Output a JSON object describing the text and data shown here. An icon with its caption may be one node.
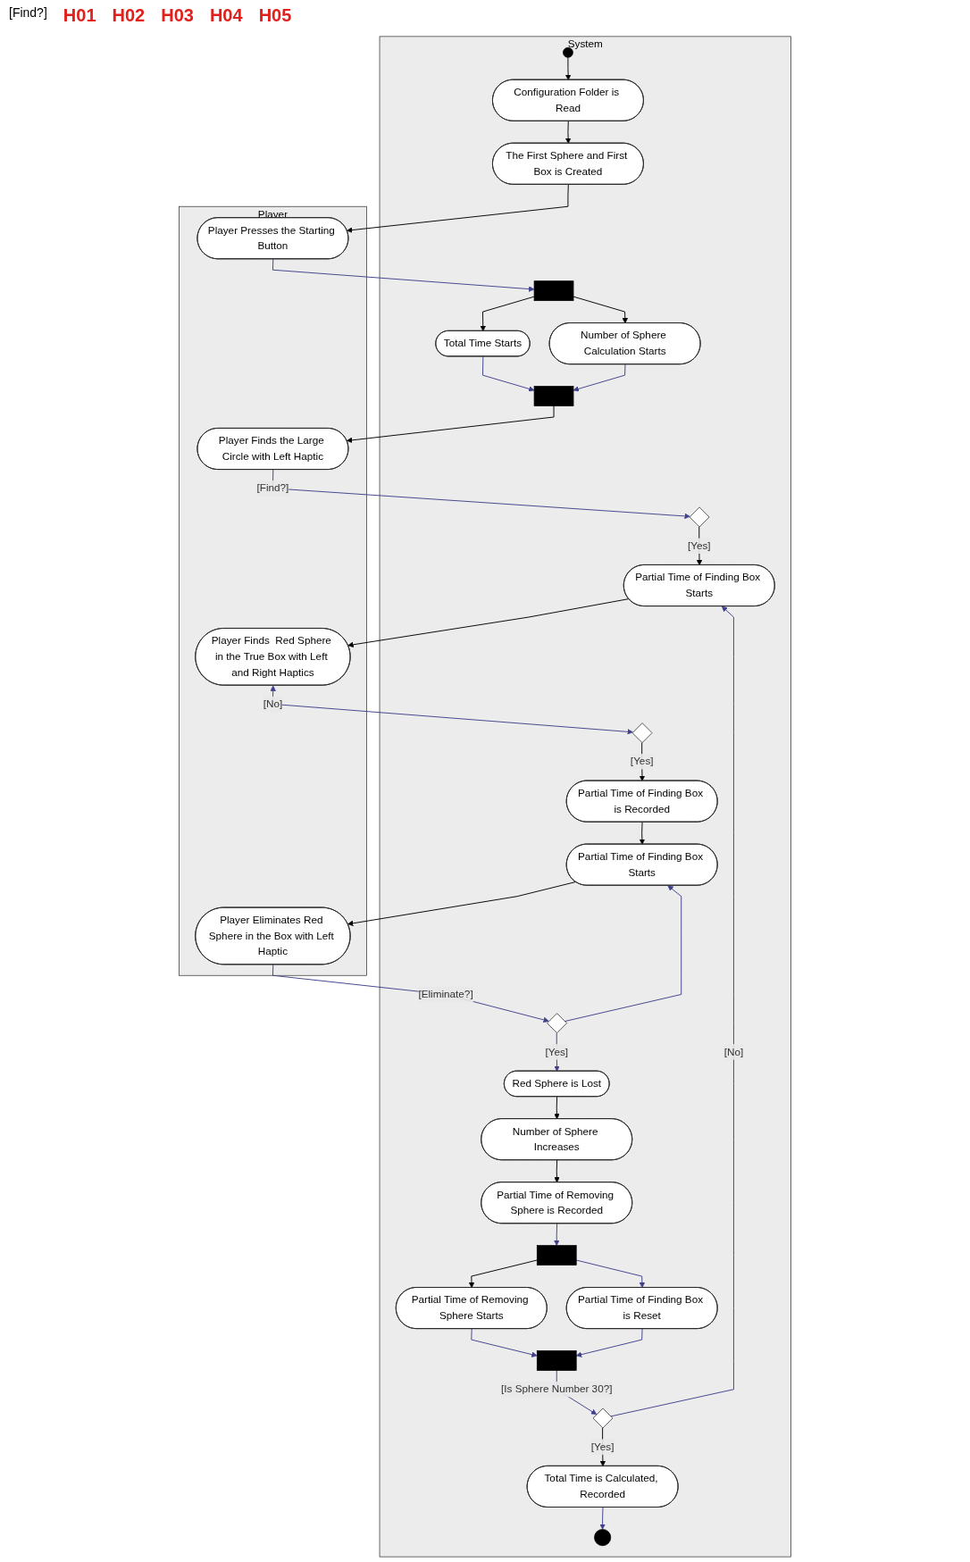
{
  "diagram": {
    "nodes": [
      {
        "text": [
          "Player"
        ]
      },
      {
        "text": [
          "System"
        ]
      },
      {
        "text": [],
        "shape": "circle",
        "in": 1
      },
      {
        "text": [
          "Configuration Folder is Read"
        ],
        "in": 1
      },
      {
        "text": [
          "Player Presses the Starting Button"
        ],
        "in": 0
      },
      {
        "text": [
          "The First Sphere and First Box is Created"
        ],
        "in": 1
      },
      {
        "text": [],
        "shape": "bar",
        "in": 1
      },
      {
        "text": [
          "Total Time Starts"
        ],
        "in": 1
      },
      {
        "text": [
          "Number of Sphere Calculation Starts"
        ],
        "in": 1
      },
      {
        "text": [
          "Player Finds the Large Circle with Left Haptic"
        ],
        "in": 0
      },
      {
        "text": [],
        "shape": "bar",
        "in": 1
      },
      {
        "text": [],
        "shape": "diamond",
        "in": 1
      },
      {
        "text": [
          "Player Finds  Red Sphere in the True Box with Left and Right Haptics"
        ],
        "in": 0
      },
      {
        "text": [
          "Partial Time of Finding Box Starts"
        ],
        "in": 1
      },
      {
        "text": [],
        "shape": "diamond",
        "in": 1
      },
      {
        "text": [
          "Partial Time of Finding Box is Recorded"
        ],
        "in": 1
      },
      {
        "text": [
          "Player Eliminates Red Sphere in the Box with Left Haptic"
        ],
        "in": 0
      },
      {
        "text": [
          "Partial Time of Finding Box Starts"
        ],
        "in": 1
      },
      {
        "text": [],
        "shape": "diamond",
        "in": 1
      },
      {
        "text": [
          "Red Sphere is Lost"
        ],
        "in": 1
      },
      {
        "text": [
          "Number of Sphere Increases"
        ],
        "in": 1
      },
      {
        "text": [
          "Partial Time of Removing Sphere is Recorded"
        ],
        "in": 1
      },
      {
        "text": [],
        "shape": "bar",
        "in": 1
      },
      {
        "text": [
          "Partial Time of Removing Sphere Starts"
        ],
        "in": 1
      },
      {
        "text": [
          "Partial Time of Finding Box is Reset"
        ],
        "in": 1
      },
      {
        "text": [],
        "shape": "bar",
        "in": 1
      },
      {
        "text": [],
        "shape": "diamond",
        "in": 1
      },
      {
        "text": [
          "Total Time is Calculated, Recorded"
        ],
        "in": 1
      },
      {
        "text": [],
        "shape": "bullseye",
        "in": 1
      }
    ],
    "edges": [
      {
        "from": 2,
        "to": 3,
        "arrow": "to"
      },
      {
        "from": 3,
        "to": 5,
        "arrow": "to"
      },
      {
        "from": 5,
        "to": 4,
        "arrow": "to"
      },
      {
        "from": 4,
        "to": 6,
        "arrow": "to",
        "color": "#40408c"
      },
      {
        "from": 6,
        "to": 7,
        "arrow": "to"
      },
      {
        "from": 6,
        "to": 8,
        "arrow": "to"
      },
      {
        "from": 7,
        "to": 10,
        "arrow": "to",
        "color": "#40408c"
      },
      {
        "from": 8,
        "to": 10,
        "arrow": "to",
        "color": "#40408c"
      },
      {
        "from": 10,
        "to": 9,
        "arrow": "to"
      },
      {
        "from": 9,
        "to": 11,
        "arrow": "to",
        "label": "[Find?]",
        "color": "#40408c"
      },
      {
        "from": 11,
        "to": 13,
        "arrow": "to",
        "label": "[Yes]"
      },
      {
        "from": 13,
        "to": 12,
        "arrow": "to"
      },
      {
        "from": 12,
        "to": 14,
        "arrow": "both",
        "label": "[No]",
        "color": "#40408c"
      },
      {
        "from": 14,
        "to": 15,
        "arrow": "to",
        "label": "[Yes]"
      },
      {
        "from": 15,
        "to": 17,
        "arrow": "to"
      },
      {
        "from": 17,
        "to": 16,
        "arrow": "to"
      },
      {
        "from": 16,
        "to": 18,
        "arrow": "to",
        "label": "[Eliminate?]",
        "color": "#40408c"
      },
      {
        "from": 18,
        "to": 17,
        "arrow": "to",
        "color": "#40408c"
      },
      {
        "from": 18,
        "to": 19,
        "arrow": "to",
        "label": "[Yes]",
        "color": "#40408c"
      },
      {
        "from": 19,
        "to": 20,
        "arrow": "to"
      },
      {
        "from": 20,
        "to": 21,
        "arrow": "to"
      },
      {
        "from": 21,
        "to": 22,
        "arrow": "to",
        "color": "#40408c"
      },
      {
        "from": 22,
        "to": 23,
        "arrow": "to"
      },
      {
        "from": 22,
        "to": 24,
        "arrow": "to",
        "color": "#40408c"
      },
      {
        "from": 23,
        "to": 25,
        "arrow": "to",
        "color": "#40408c"
      },
      {
        "from": 24,
        "to": 25,
        "arrow": "to",
        "color": "#40408c"
      },
      {
        "from": 25,
        "to": 26,
        "arrow": "to",
        "label": "[Is Sphere Number 30?]",
        "color": "#40408c"
      },
      {
        "from": 26,
        "to": 27,
        "arrow": "to",
        "label": "[Yes]"
      },
      {
        "from": 27,
        "to": 28,
        "arrow": "to",
        "color": "#40408c"
      },
      {
        "from": 26,
        "to": 13,
        "arrow": "to",
        "label": "[No]",
        "color": "#40408c"
      }
    ],
    "labels": [
      "[Find?]",
      "H01",
      "H02",
      "H03",
      "H04",
      "H05"
    ]
  }
}
